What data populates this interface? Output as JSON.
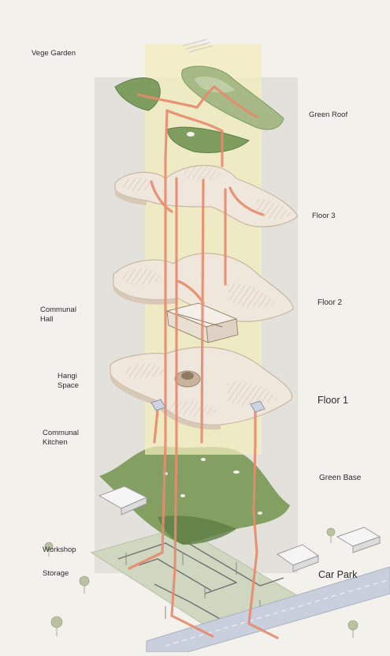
{
  "labels": {
    "vege_garden": "Vege Garden",
    "green_roof": "Green Roof",
    "floor_3": "Floor 3",
    "communal_hall_1": "Communal",
    "communal_hall_2": "Hall",
    "floor_2": "Floor 2",
    "hangi_space_1": "Hangi",
    "hangi_space_2": "Space",
    "floor_1": "Floor 1",
    "communal_kitchen_1": "Communal",
    "communal_kitchen_2": "Kitchen",
    "green_base": "Green Base",
    "workshop": "Workshop",
    "storage": "Storage",
    "car_park": "Car Park"
  },
  "colors": {
    "background": "#f2f1ec",
    "panel": "#e2e1dc",
    "core_highlight": "#f3edbb",
    "circulation": "#e88a6d",
    "green_roof": "#7f9d5e",
    "green_base": "#7b9a57",
    "floor_slab": "#efe6dc",
    "floor_edge": "#c9b7a3",
    "ground": "#cfd7c0",
    "road": "#c9cfdc"
  }
}
